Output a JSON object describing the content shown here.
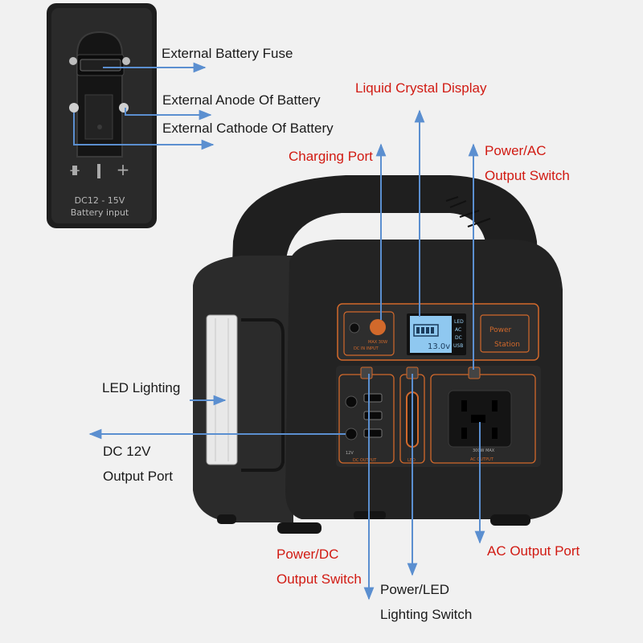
{
  "inset": {
    "polarity": {
      "neg": "−",
      "pos": "+"
    },
    "label_line1": "DC12 - 15V",
    "label_line2": "Battery input"
  },
  "device": {
    "input_label": "MAX 30W",
    "input_label2": "DC IN INPUT",
    "lcd_value": "13.0v",
    "lcd_modes": [
      "LED",
      "AC",
      "DC",
      "USB"
    ],
    "brand_line1": "Power",
    "brand_line2": "Station",
    "dc_panel_label": "DC OUTPUT",
    "led_panel_label": "LED",
    "ac_panel_label": "AC OUTPUT",
    "ac_max": "300W MAX",
    "dc_12v": "12V"
  },
  "callouts": {
    "external_battery_fuse": "External Battery Fuse",
    "external_anode": "External Anode Of Battery",
    "external_cathode": "External Cathode Of Battery",
    "liquid_crystal_display": "Liquid Crystal Display",
    "charging_port": "Charging Port",
    "power_ac_line1": "Power/AC",
    "power_ac_line2": "Output Switch",
    "led_lighting": "LED Lighting",
    "dc_12v_line1": "DC 12V",
    "dc_12v_line2": "Output Port",
    "power_dc_line1": "Power/DC",
    "power_dc_line2": "Output Switch",
    "power_led_line1": "Power/LED",
    "power_led_line2": "Lighting Switch",
    "ac_output_port": "AC Output Port"
  },
  "colors": {
    "background": "#f1f1f1",
    "red_text": "#d11a12",
    "arrow": "#5b8fd0",
    "device_body": "#232323",
    "accent_orange": "#d2692b",
    "lcd": "#8fc8f0"
  }
}
